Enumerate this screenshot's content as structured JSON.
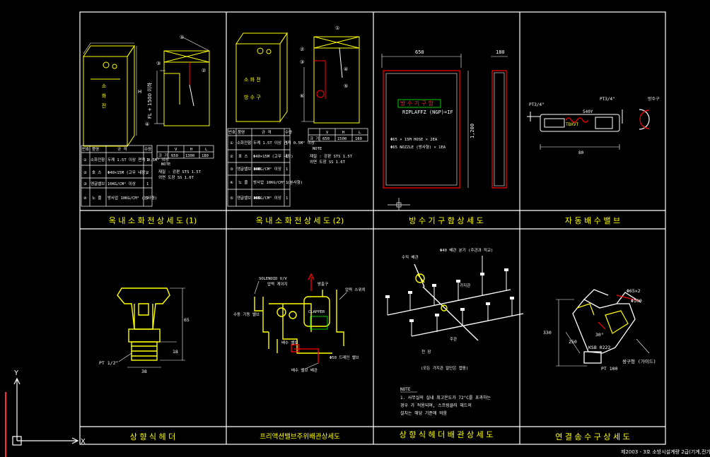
{
  "drawing": {
    "footer_text": "제2003 - 3호 소방시설계량 2급(기계,전기)"
  },
  "panels": [
    {
      "title": "옥 내 소 화 전 상 세 도 (1)"
    },
    {
      "title": "옥 내 소 화 전 상 세 도 (2)"
    },
    {
      "title": "방 수 기 구 함 상 세 도"
    },
    {
      "title": "자 동 배 수 밸 브"
    },
    {
      "title": "상 향 식 헤 더"
    },
    {
      "title": "프리액션밸브주위배관상세도"
    },
    {
      "title": "상 향 식 헤 더 배 관 상 세 도"
    },
    {
      "title": "연 결 송 수 구 상 세 도"
    }
  ],
  "p1": {
    "callouts": [
      "①",
      "②",
      "③",
      "④"
    ],
    "dim_h": "H",
    "dim_fl": "FL + 1500 이하",
    "table": {
      "headers": [
        "번호",
        "품명",
        "규 격",
        "수량"
      ],
      "rows": [
        [
          "①",
          "소화전함",
          "두께 1.5T 이상\n면적 0.5M² 이상",
          "1"
        ],
        [
          "②",
          "호 스",
          "Φ40×15M\n(고무 내장)",
          "2"
        ],
        [
          "③",
          "앵글밸브",
          "10KG/CM² 이상",
          "1"
        ],
        [
          "④",
          "노 즐",
          "방사압 10KG/CM²\n(분사형)",
          "1"
        ]
      ]
    },
    "size_table": {
      "headers": [
        "",
        "V",
        "H",
        "L"
      ],
      "row": [
        "크 기",
        "650",
        "1300",
        "180"
      ]
    },
    "note_label": "NOTE",
    "note_lines": [
      "재질 : 강판 STS 1.5T",
      "  외면 도장 SS 1.6T"
    ]
  },
  "p2": {
    "table": {
      "headers": [
        "번호",
        "품명",
        "규 격",
        "수량"
      ],
      "rows": [
        [
          "①",
          "소화전함",
          "두께 1.5T 이상\n면적 0.5M² 이상",
          "1"
        ],
        [
          "②",
          "호 스",
          "Φ40×15M\n(고무 내장)",
          "1"
        ],
        [
          "③",
          "앵글밸브\nΦ40",
          "10KG/CM² 이상",
          "1"
        ],
        [
          "④",
          "노 즐",
          "방사압 10KG/CM²\n(분사형)",
          "1"
        ],
        [
          "⑤",
          "앵글밸브\nΦ65",
          "10KG/CM² 이상",
          "1"
        ]
      ]
    },
    "size_table": {
      "headers": [
        "",
        "V",
        "H",
        "L"
      ],
      "row": [
        "크 기",
        "650",
        "1500",
        "180"
      ]
    }
  },
  "p3": {
    "dim_w": "650",
    "dim_d": "180",
    "dim_h": "1,200",
    "label": "방 수 기 구 함",
    "lines": [
      "Φ65 × 15M HOSE × 2EA",
      "Φ65 NOZZLE (방사형) × 1EA"
    ]
  },
  "p4": {
    "labels": [
      "PT3/4\"",
      "PT3/4\"",
      "S40Y",
      "80",
      "방수구"
    ]
  },
  "p5": {
    "thread": "PT 1/2\"",
    "width": "38",
    "height": "65",
    "sub": "18"
  },
  "p6": {
    "labels": [
      "SOLENOID V/V",
      "압력 게이지",
      "방출구",
      "압력 스위치",
      "수동 기동 밸브",
      "CLAPPER",
      "배수 밸브",
      "Φ50 드레인 밸브",
      "배수 밸브 배관"
    ]
  },
  "p7": {
    "labels": [
      "수직 배관",
      "Φ40 배관 분기\n(주관과 직교)",
      "가지관",
      "주관",
      "천 장"
    ],
    "note_label": "NOTE",
    "note_lines": [
      "1. 사무실의 실내 최고온도가 72°C를 초과하는",
      "   경우 가 적용되며, 스프링클러 헤드의",
      "   설치는 해당 기준에 의함"
    ]
  },
  "p8": {
    "labels": [
      "Φ65×2",
      "Φ100",
      "KSB 0222",
      "PT 100",
      "330",
      "250",
      "30°",
      "쌍구형 (가이드)"
    ]
  },
  "colors": {
    "frame": "#ffffff",
    "yellow": "#ffff00",
    "red": "#ff0000",
    "green": "#00ff00",
    "cyan": "#00ffff"
  }
}
